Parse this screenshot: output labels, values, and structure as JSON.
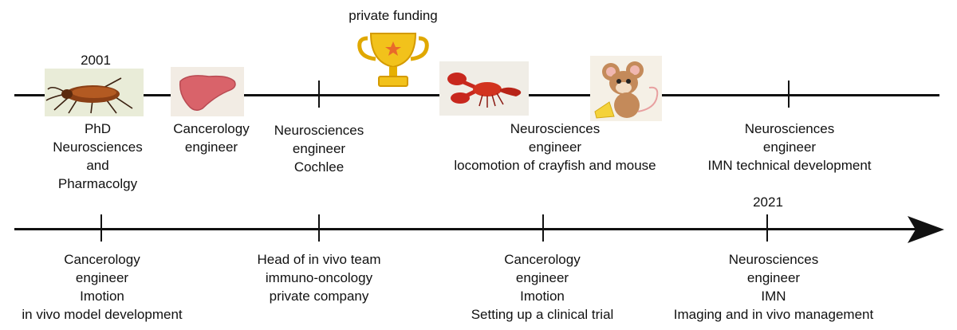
{
  "top_timeline": {
    "year_start": "2001",
    "funding_label": "private funding",
    "entries": [
      {
        "lines": [
          "PhD",
          "Neurosciences",
          "and",
          "Pharmacolgy"
        ]
      },
      {
        "lines": [
          "Cancerology",
          "engineer"
        ]
      },
      {
        "lines": [
          "Neurosciences",
          "engineer",
          "Cochlee"
        ]
      },
      {
        "lines": [
          "Neurosciences",
          "engineer",
          "locomotion of crayfish and mouse"
        ]
      },
      {
        "lines": [
          "Neurosciences",
          "engineer",
          "IMN technical development"
        ]
      }
    ],
    "icons": [
      "cockroach-icon",
      "liver-icon",
      "trophy-icon",
      "crayfish-icon",
      "mouse-icon"
    ]
  },
  "bottom_timeline": {
    "year_end": "2021",
    "entries": [
      {
        "lines": [
          "Cancerology",
          "engineer",
          "Imotion",
          "in vivo model development"
        ]
      },
      {
        "lines": [
          "Head of in vivo team",
          "immuno-oncology",
          "private company"
        ]
      },
      {
        "lines": [
          "Cancerology",
          "engineer",
          "Imotion",
          "Setting up a clinical trial"
        ]
      },
      {
        "lines": [
          "Neurosciences",
          "engineer",
          "IMN",
          "Imaging and in vivo management"
        ]
      }
    ]
  },
  "colors": {
    "line": "#111111",
    "trophy": "#f2c21b",
    "liver": "#d9636a",
    "crayfish": "#c8281e",
    "mouse": "#c48a5a"
  }
}
